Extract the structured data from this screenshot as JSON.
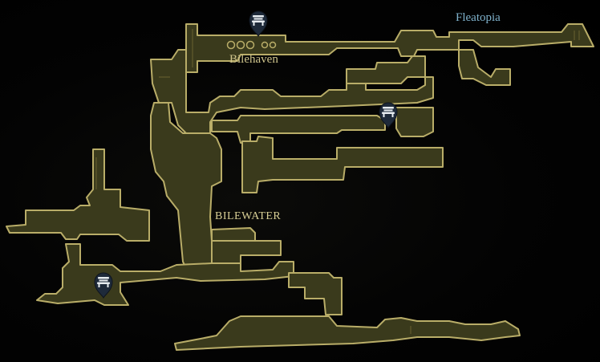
{
  "map": {
    "region": "Bilewater",
    "sub_area": "Bilehaven",
    "neighbor_area": "Fleatopia",
    "colors": {
      "room_fill": "#3a3a1c",
      "room_edge": "#b9ad68",
      "area_label": "#cfc48c",
      "neighbor_label": "#7fb2cc",
      "pin": "#1e2a3a"
    }
  },
  "labels": {
    "bilehaven": "Bilehaven",
    "bilewater": "BILEWATER",
    "fleatopia": "Fleatopia"
  },
  "markers": [
    {
      "name": "bench-marker",
      "icon": "bench-icon"
    },
    {
      "name": "bench-marker",
      "icon": "bench-icon"
    },
    {
      "name": "bench-marker",
      "icon": "bench-icon"
    }
  ]
}
